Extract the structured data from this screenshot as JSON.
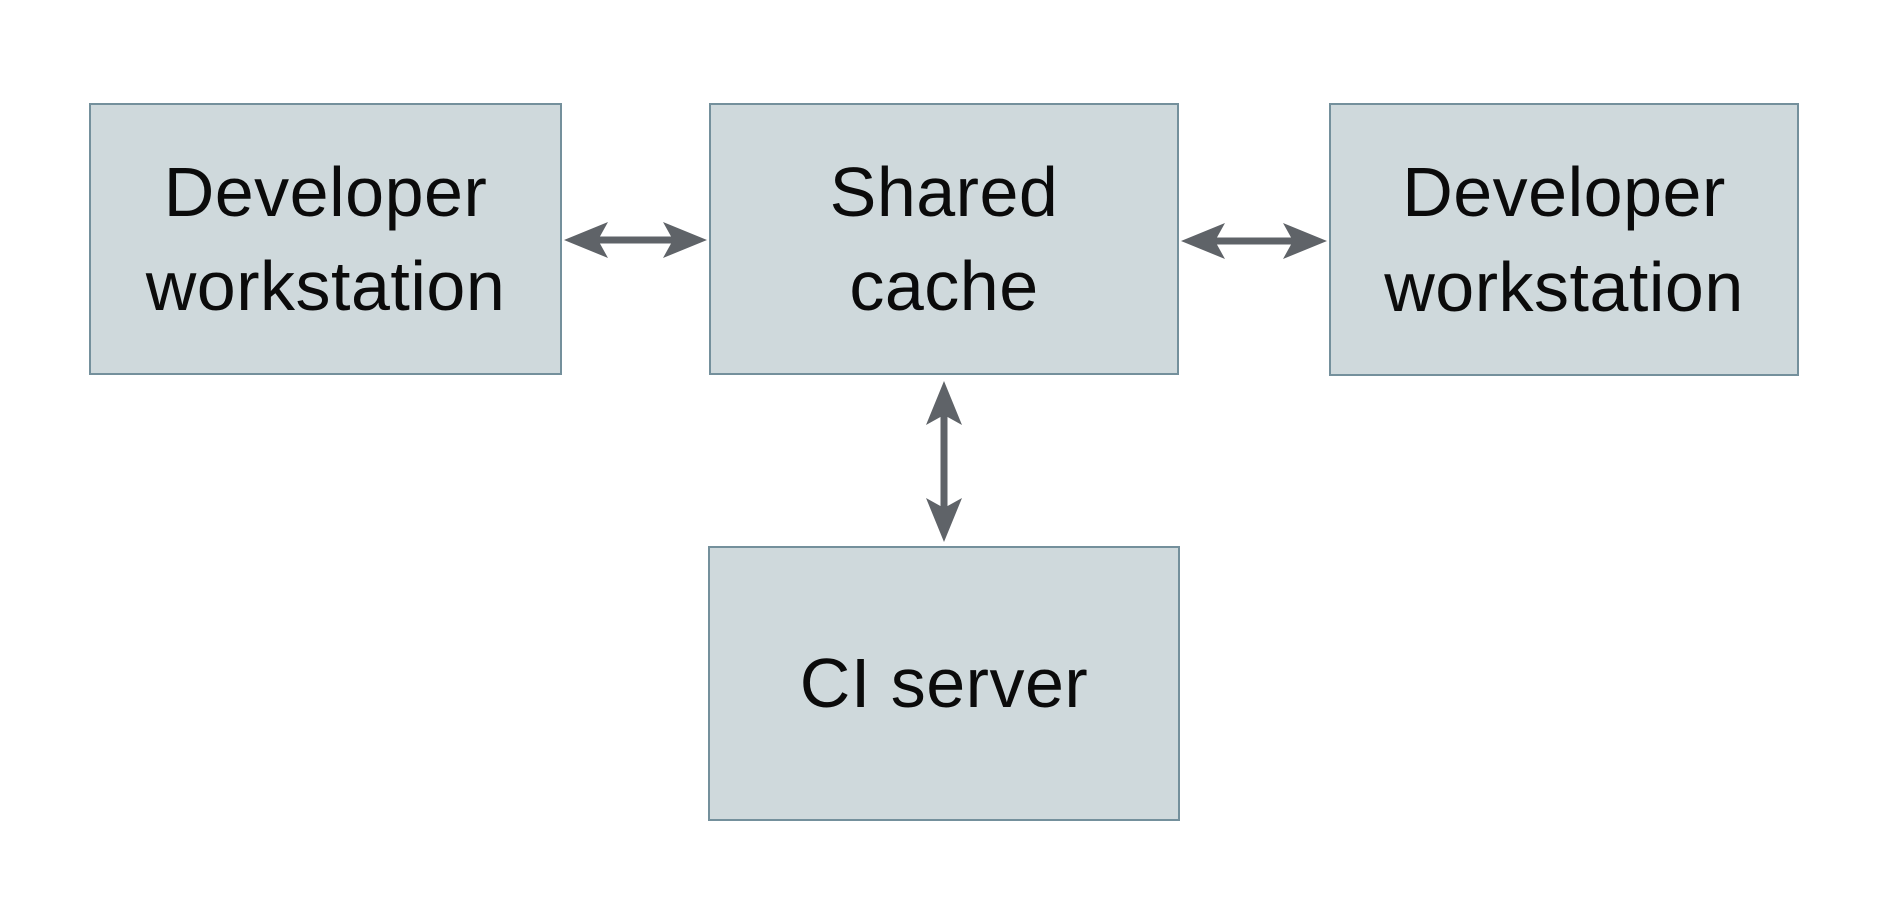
{
  "diagram": {
    "background_color": "#ffffff",
    "node_fill_color": "#cfd9dc",
    "node_border_color": "#74909c",
    "arrow_color": "#5f6368",
    "text_color": "#0b0b0b",
    "nodes": [
      {
        "id": "developer-workstation-left",
        "label": "Developer\nworkstation"
      },
      {
        "id": "shared-cache",
        "label": "Shared\ncache"
      },
      {
        "id": "developer-workstation-right",
        "label": "Developer\nworkstation"
      },
      {
        "id": "ci-server",
        "label": "CI server"
      }
    ],
    "edges": [
      {
        "from": "developer-workstation-left",
        "to": "shared-cache",
        "direction": "bidirectional",
        "orientation": "horizontal"
      },
      {
        "from": "shared-cache",
        "to": "developer-workstation-right",
        "direction": "bidirectional",
        "orientation": "horizontal"
      },
      {
        "from": "shared-cache",
        "to": "ci-server",
        "direction": "bidirectional",
        "orientation": "vertical"
      }
    ]
  }
}
